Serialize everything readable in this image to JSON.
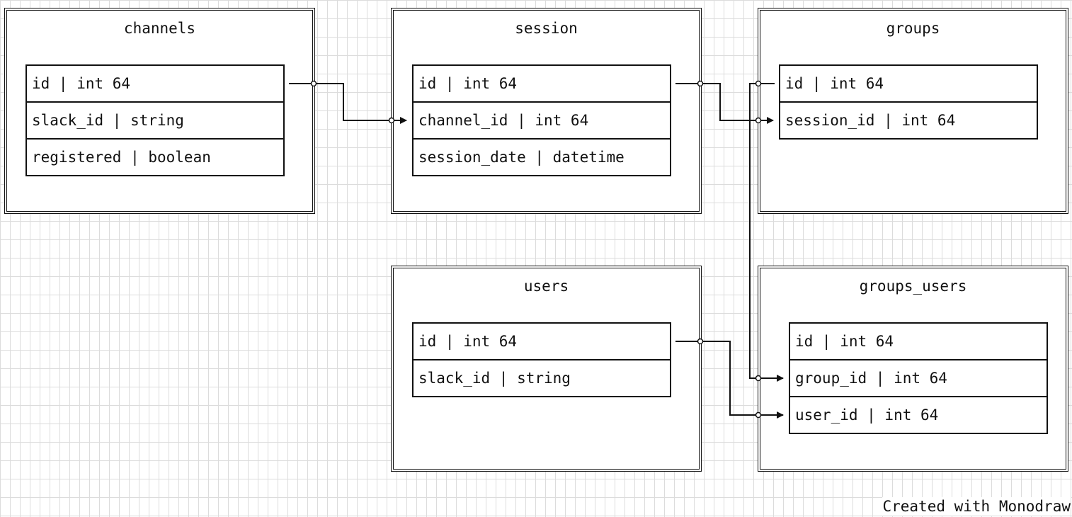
{
  "tables": [
    {
      "key": "channels",
      "title": "channels",
      "fields": [
        "id | int 64",
        "slack_id | string",
        "registered | boolean"
      ]
    },
    {
      "key": "session",
      "title": "session",
      "fields": [
        "id | int 64",
        "channel_id | int 64",
        "session_date | datetime"
      ]
    },
    {
      "key": "groups",
      "title": "groups",
      "fields": [
        "id | int 64",
        "session_id | int 64"
      ]
    },
    {
      "key": "users",
      "title": "users",
      "fields": [
        "id | int 64",
        "slack_id | string"
      ]
    },
    {
      "key": "groups_users",
      "title": "groups_users",
      "fields": [
        "id | int 64",
        "group_id | int 64",
        "user_id | int 64"
      ]
    }
  ],
  "relations": [
    {
      "from": "channels.id",
      "to": "session.channel_id"
    },
    {
      "from": "session.id",
      "to": "groups.session_id"
    },
    {
      "from": "groups.id",
      "to": "groups_users.group_id"
    },
    {
      "from": "users.id",
      "to": "groups_users.user_id"
    }
  ],
  "footer": {
    "credit": "Created with Monodraw"
  }
}
